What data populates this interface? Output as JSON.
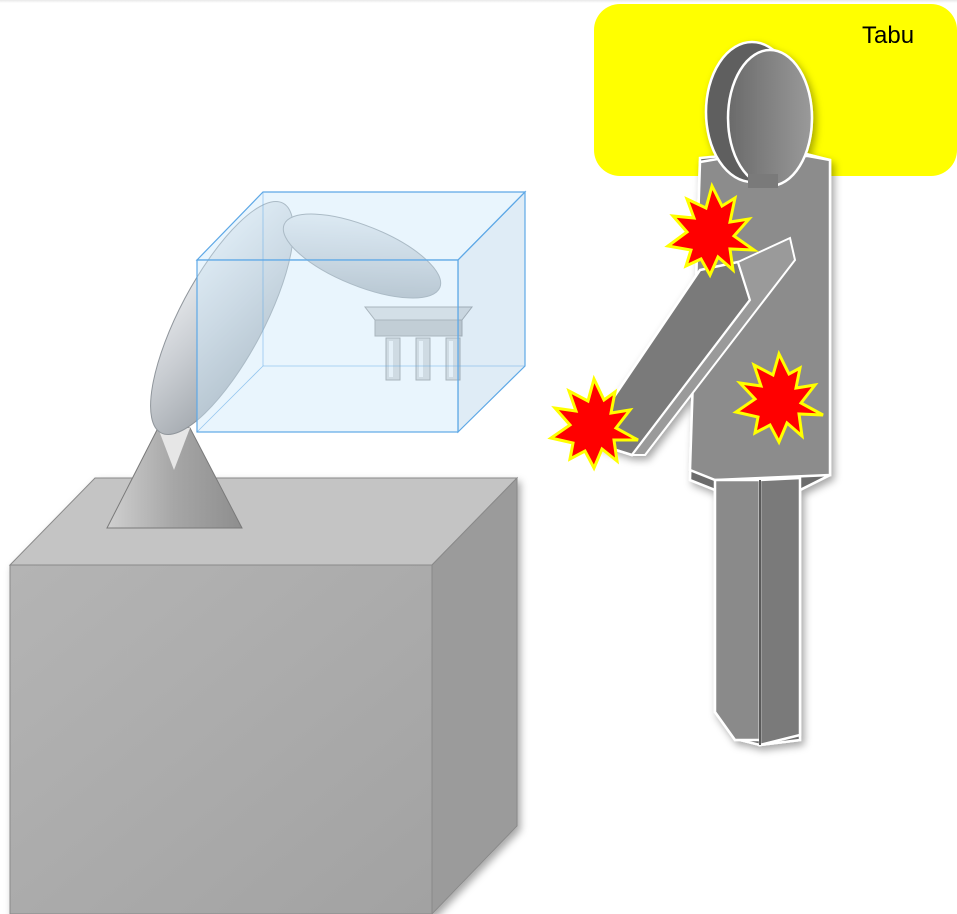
{
  "zone": {
    "label": "Tabu",
    "color": "#ffff00"
  },
  "colors": {
    "machine_box": "#a9a9a9",
    "workspace_box": "#cfe8fa",
    "workspace_edge": "#5ea8e6",
    "human_figure": "#8c8c8c",
    "contact_star_fill": "#ff0000",
    "contact_star_outline": "#ffff00"
  },
  "contact_points": [
    "shoulder",
    "hand",
    "hip"
  ]
}
